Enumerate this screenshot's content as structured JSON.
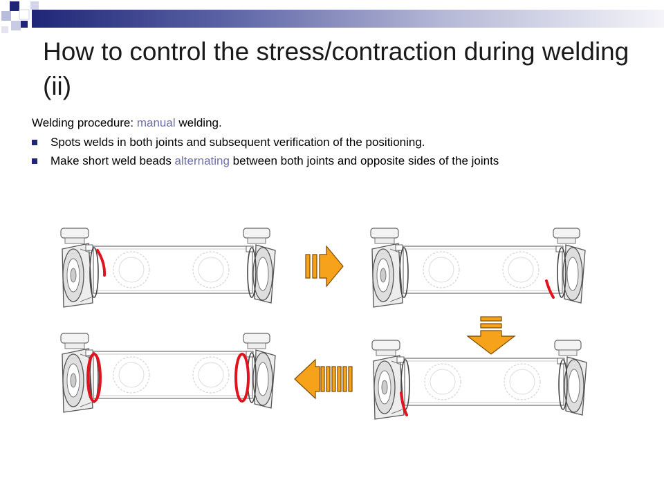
{
  "slide": {
    "title": "How to control the stress/contraction during welding (ii)",
    "intro": {
      "before": "Welding procedure: ",
      "accent": "manual",
      "after": " welding."
    },
    "bullets": [
      {
        "text": "Spots welds in both joints and subsequent verification of the positioning."
      },
      {
        "before": "Make short weld beads ",
        "accent": "alternating",
        "after": " between both joints and opposite sides of the joints"
      }
    ]
  },
  "colors": {
    "title_bar_dark": "#1f2677",
    "bullet": "#1f2677",
    "accent_text": "#6c6fa8",
    "weld_red": "#e0141e",
    "arrow_orange": "#f7a21b",
    "pipe_line": "#777777"
  },
  "icons": {
    "bullet": "square-bullet-icon",
    "step_arrow": "block-arrow-icon"
  },
  "sequence": [
    {
      "step": 1,
      "weld": "left joint top"
    },
    {
      "step": 2,
      "weld": "right joint bottom"
    },
    {
      "step": 3,
      "weld": "left joint bottom"
    },
    {
      "step": 4,
      "weld": "both joints full ring"
    }
  ]
}
